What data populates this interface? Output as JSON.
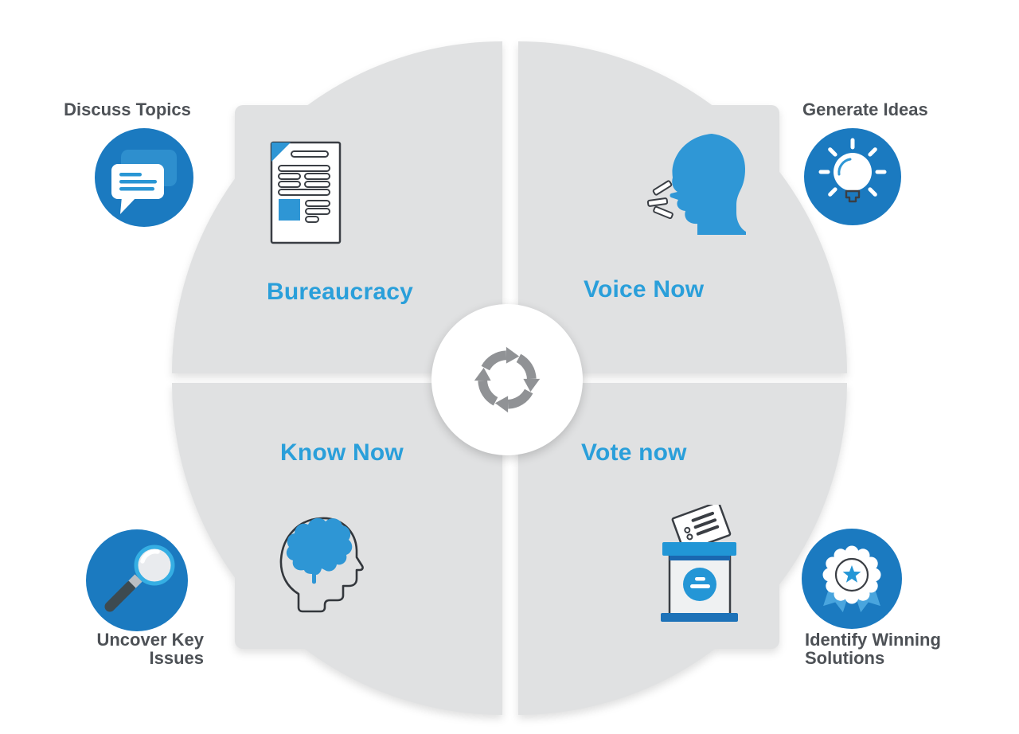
{
  "quadrants": [
    {
      "id": "bureaucracy",
      "label": "Bureaucracy",
      "icon": "document-icon",
      "position": "top-left"
    },
    {
      "id": "voice_now",
      "label": "Voice Now",
      "icon": "speaking-head-icon",
      "position": "top-right"
    },
    {
      "id": "know_now",
      "label": "Know Now",
      "icon": "head-brain-icon",
      "position": "bottom-left"
    },
    {
      "id": "vote_now",
      "label": "Vote now",
      "icon": "ballot-box-icon",
      "position": "bottom-right"
    }
  ],
  "outer_labels": {
    "discuss_topics": {
      "label": "Discuss Topics",
      "icon": "chat-bubbles-icon"
    },
    "generate_ideas": {
      "label": "Generate Ideas",
      "icon": "lightbulb-icon"
    },
    "uncover_key_issues": {
      "line1": "Uncover Key",
      "line2": "Issues",
      "icon": "magnifying-glass-icon"
    },
    "identify_winning_solutions": {
      "line1": "Identify Winning",
      "line2": "Solutions",
      "icon": "award-rosette-icon"
    }
  },
  "center": {
    "icon": "cycle-arrows-icon"
  },
  "colors": {
    "quad_gray": "#e0e1e2",
    "circle_blue": "#1b7ac0",
    "bright_blue": "#2e96d5",
    "label_blue": "#2a9fda",
    "text_dark": "#4d5156",
    "outline_dark": "#3a3e44",
    "arrow_gray": "#909295",
    "ribbon_blue": "#49a5de",
    "lens_ring": "#35aee3",
    "lid_blue": "#2196d6",
    "base_blue": "#1d72b8",
    "strip_blue": "#1a67b0"
  }
}
